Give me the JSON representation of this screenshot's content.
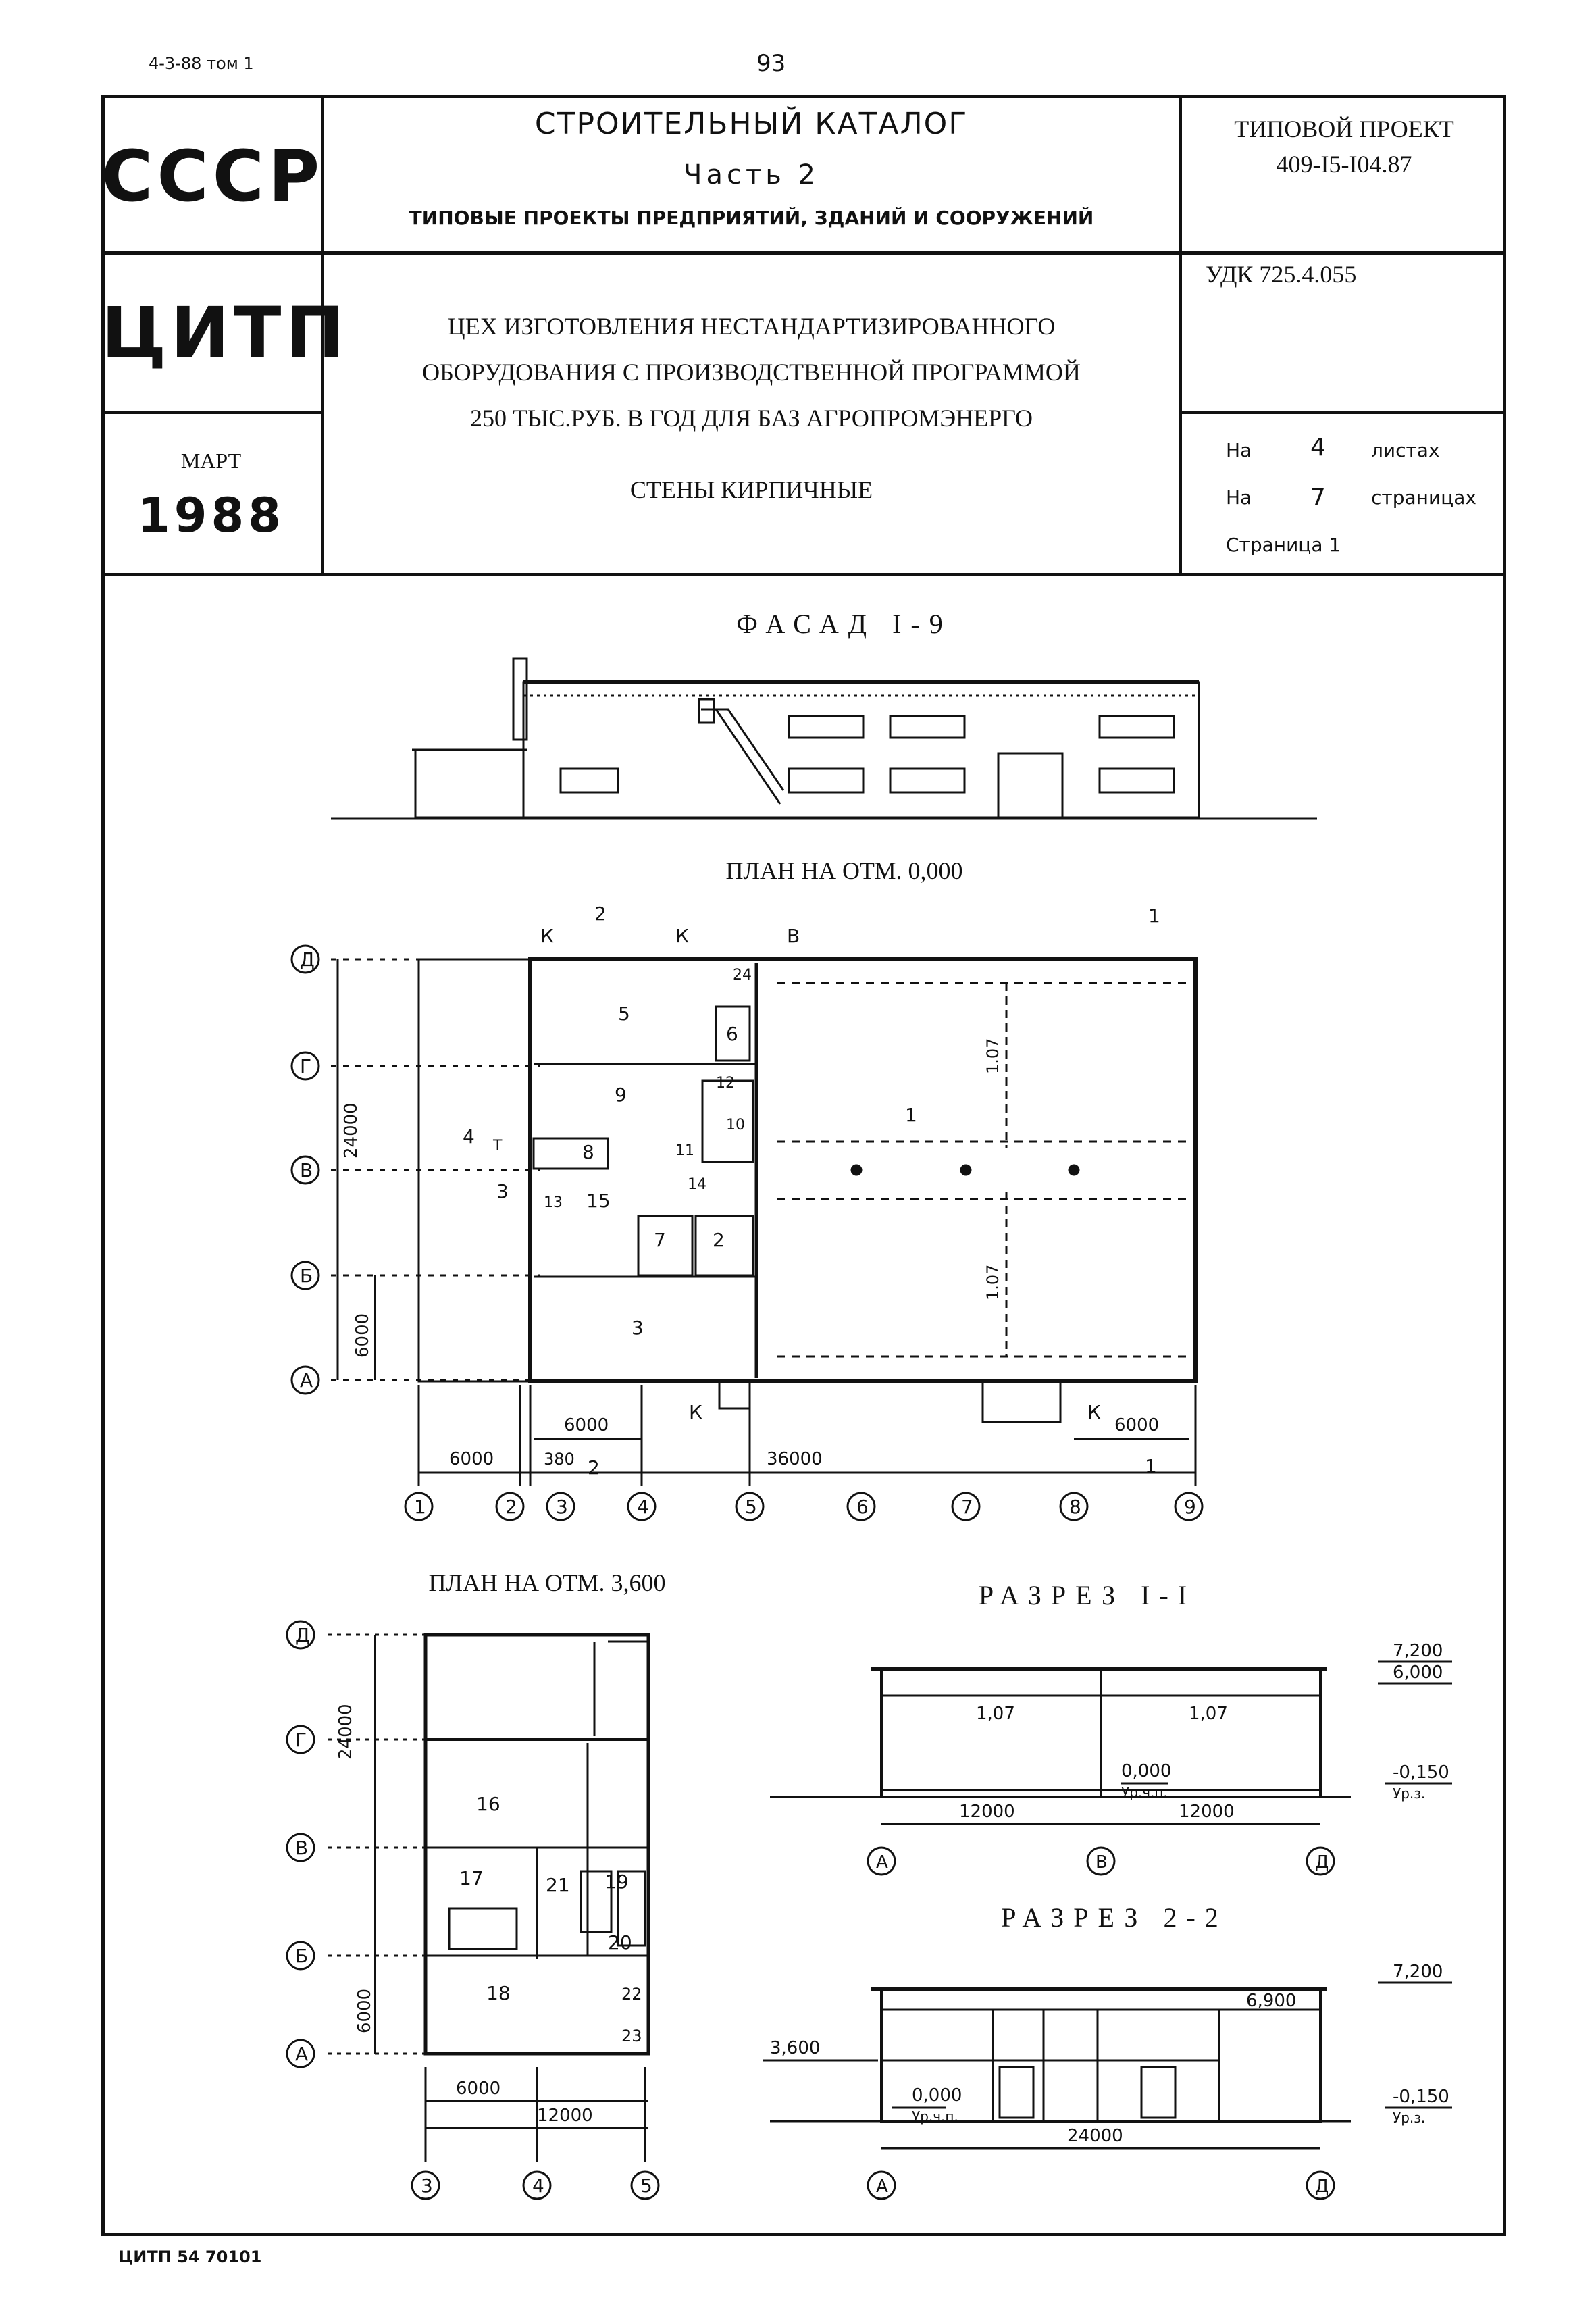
{
  "top": {
    "doc_ref": "4-3-88 том 1",
    "page_number": "93"
  },
  "header": {
    "ussr": "СССР",
    "catalog_title": "СТРОИТЕЛЬНЫЙ КАТАЛОГ",
    "catalog_part": "Часть 2",
    "catalog_subtitle": "ТИПОВЫЕ ПРОЕКТЫ ПРЕДПРИЯТИЙ, ЗДАНИЙ И СООРУЖЕНИЙ",
    "project_label": "ТИПОВОЙ ПРОЕКТ",
    "project_number": "409-I5-I04.87",
    "org": "ЦИТП",
    "udk": "УДК 725.4.055",
    "title_line1": "ЦЕХ ИЗГОТОВЛЕНИЯ НЕСТАНДАРТИЗИРОВАННОГО",
    "title_line2": "ОБОРУДОВАНИЯ С ПРОИЗВОДСТВЕННОЙ ПРОГРАММОЙ",
    "title_line3": "250 ТЫС.РУБ. В ГОД ДЛЯ БАЗ АГРОПРОМЭНЕРГО",
    "title_line4": "СТЕНЫ КИРПИЧНЫЕ",
    "month": "МАРТ",
    "year": "1988",
    "sheets_prefix": "На",
    "sheets_count": "4",
    "sheets_label": "листах",
    "pages_prefix": "На",
    "pages_count": "7",
    "pages_label": "страницах",
    "page_label": "Страница 1"
  },
  "drawings": {
    "facade_title": "ФАСАД I-9",
    "plan0_title": "ПЛАН НА ОТМ. 0,000",
    "plan36_title": "ПЛАН НА ОТМ. 3,600",
    "section11_title": "РАЗРЕЗ I-I",
    "section22_title": "РАЗРЕЗ 2-2",
    "grid_rows": [
      "Д",
      "Г",
      "В",
      "Б",
      "А"
    ],
    "grid_cols": [
      "1",
      "2",
      "3",
      "4",
      "5",
      "6",
      "7",
      "8",
      "9"
    ],
    "plan0_rooms": [
      "5",
      "6",
      "24",
      "9",
      "12",
      "10",
      "11",
      "8",
      "4",
      "13",
      "15",
      "14",
      "7",
      "2",
      "3",
      "1"
    ],
    "plan0_dims": {
      "height": "24000",
      "bay": "6000",
      "d1": "6000",
      "d2": "6000",
      "d3": "380",
      "d4": "36000",
      "d5": "6000"
    },
    "plan0_marks": [
      "К",
      "К",
      "В",
      "К",
      "К",
      "1",
      "2",
      "1",
      "2",
      "Т",
      "3",
      "1.07",
      "1.07"
    ],
    "plan36_rooms": [
      "16",
      "17",
      "21",
      "19",
      "20",
      "18",
      "22",
      "23"
    ],
    "plan36_dims": {
      "height": "24000",
      "bay": "6000",
      "w1": "6000",
      "w2": "12000"
    },
    "plan36_cols": [
      "3",
      "4",
      "5"
    ],
    "section11": {
      "level_top": "7,200",
      "level_eave": "6,000",
      "level_floor": "0,000",
      "floor_note": "Ур.ч.п.",
      "level_ground": "-0,150",
      "ground_note": "Ур.з.",
      "crane": "1,07",
      "span1": "12000",
      "span2": "12000",
      "axes": [
        "А",
        "В",
        "Д"
      ]
    },
    "section22": {
      "level_top": "7,200",
      "level_eave": "6,900",
      "level_mid": "3,600",
      "level_floor": "0,000",
      "floor_note": "Ур.ч.п.",
      "level_ground": "-0,150",
      "ground_note": "Ур.з.",
      "span": "24000",
      "axes": [
        "А",
        "Д"
      ]
    }
  },
  "footer": {
    "code": "ЦИТП 54 70101"
  }
}
